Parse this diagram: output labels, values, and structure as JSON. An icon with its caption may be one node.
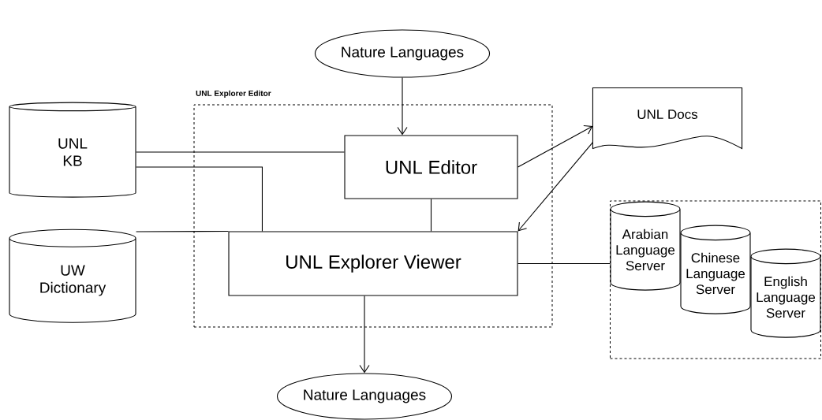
{
  "diagram": {
    "nodes": [
      {
        "text": [
          "Nature Languages"
        ]
      },
      {
        "text": [
          "UNL Explorer Editor"
        ]
      },
      {
        "text": [
          "UNL KB"
        ]
      },
      {
        "text": [
          "UNL Editor"
        ],
        "in": 1
      },
      {
        "text": [
          "UNL Docs"
        ]
      },
      {
        "text": [
          "UW Dictionary"
        ]
      },
      {
        "text": [
          "UNL Explorer Viewer"
        ],
        "in": 1
      },
      {
        "text": [],
        "shape": "box"
      },
      {
        "text": [
          "Arabian Language Server"
        ],
        "in": 7
      },
      {
        "text": [
          "Chinese Language Server"
        ],
        "in": 7
      },
      {
        "text": [
          "English Language Server"
        ],
        "in": 7
      },
      {
        "text": [
          "Nature Languages"
        ]
      }
    ],
    "edges": [
      {
        "from": 0,
        "to": 3,
        "arrow": "to"
      },
      {
        "from": 2,
        "to": 3,
        "arrow": "none"
      },
      {
        "from": 2,
        "to": 6,
        "arrow": "none"
      },
      {
        "from": 3,
        "to": 6,
        "arrow": "none"
      },
      {
        "from": 3,
        "to": 4,
        "arrow": "to"
      },
      {
        "from": 4,
        "to": 6,
        "arrow": "to"
      },
      {
        "from": 5,
        "to": 6,
        "arrow": "none"
      },
      {
        "from": 6,
        "to": 7,
        "arrow": "none"
      },
      {
        "from": 6,
        "to": 11,
        "arrow": "to"
      }
    ]
  }
}
